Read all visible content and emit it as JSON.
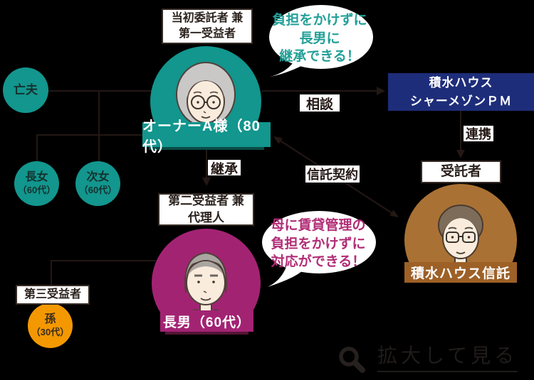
{
  "palette": {
    "background": "#000000",
    "teal": "#12968e",
    "teal_shadow": "#0a4b46",
    "navy": "#1e2d7a",
    "brown": "#aa7134",
    "brown_banner": "#9d6027",
    "magenta": "#a32373",
    "magenta_shadow": "#551536",
    "orange": "#f39800",
    "ink": "#231815",
    "bubble_teal_text": "#23a098",
    "bubble_magenta_text": "#b12d76"
  },
  "owner": {
    "role_line1": "当初委託者 兼",
    "role_line2": "第一受益者",
    "name": "オーナーA様（80代）",
    "bubble": {
      "line1": "負担をかけずに",
      "line2": "長男に",
      "line3": "継承できる！"
    }
  },
  "son": {
    "role_line1": "第二受益者 兼",
    "role_line2": "代理人",
    "name": "長男（60代）",
    "bubble": {
      "line1": "母に賃貸管理の",
      "line2": "負担をかけずに",
      "line3": "対応ができる！"
    }
  },
  "family": {
    "deceased_husband": {
      "label": "亡夫"
    },
    "eldest_daughter": {
      "name": "長女",
      "age": "（60代）"
    },
    "second_daughter": {
      "name": "次女",
      "age": "（60代）"
    },
    "grandchild": {
      "role": "第三受益者",
      "name": "孫",
      "age": "（30代）"
    }
  },
  "companies": {
    "pm": {
      "line1": "積水ハウス",
      "line2": "シャーメゾンＰＭ"
    },
    "trust": {
      "role": "受託者",
      "name": "積水ハウス信託"
    }
  },
  "edges": {
    "consult": "相談",
    "cooperate": "連携",
    "succession": "継承",
    "trust_contract": "信託契約"
  },
  "footer": {
    "zoom_link_label": "拡大して見る",
    "icon": "magnifier-icon"
  }
}
